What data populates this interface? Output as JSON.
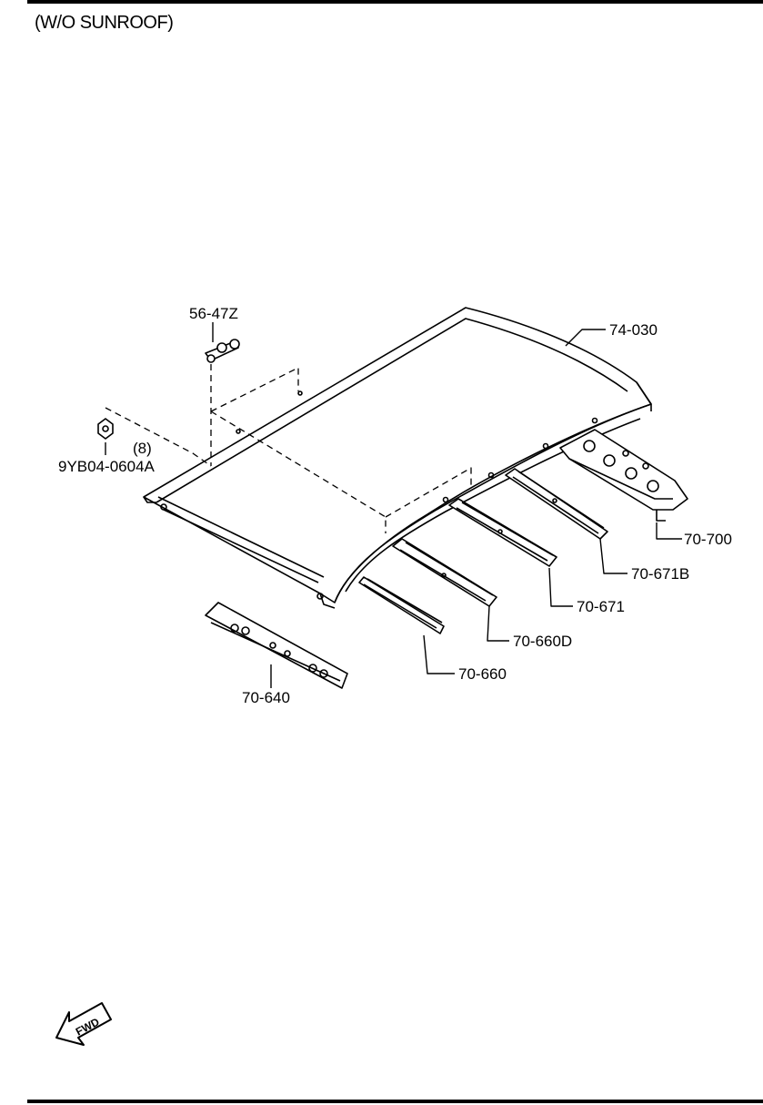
{
  "header": {
    "title": "(W/O SUNROOF)"
  },
  "parts": {
    "roof_panel": "74-030",
    "clip": "56-47Z",
    "nut": "9YB04-0604A",
    "nut_qty": "(8)",
    "rear_header": "70-700",
    "bow_3": "70-671B",
    "bow_2": "70-671",
    "bow_1b": "70-660D",
    "bow_1": "70-660",
    "front_header": "70-640"
  },
  "fwd_arrow": {
    "label": "FWD",
    "icon": "fwd-arrow-icon"
  }
}
